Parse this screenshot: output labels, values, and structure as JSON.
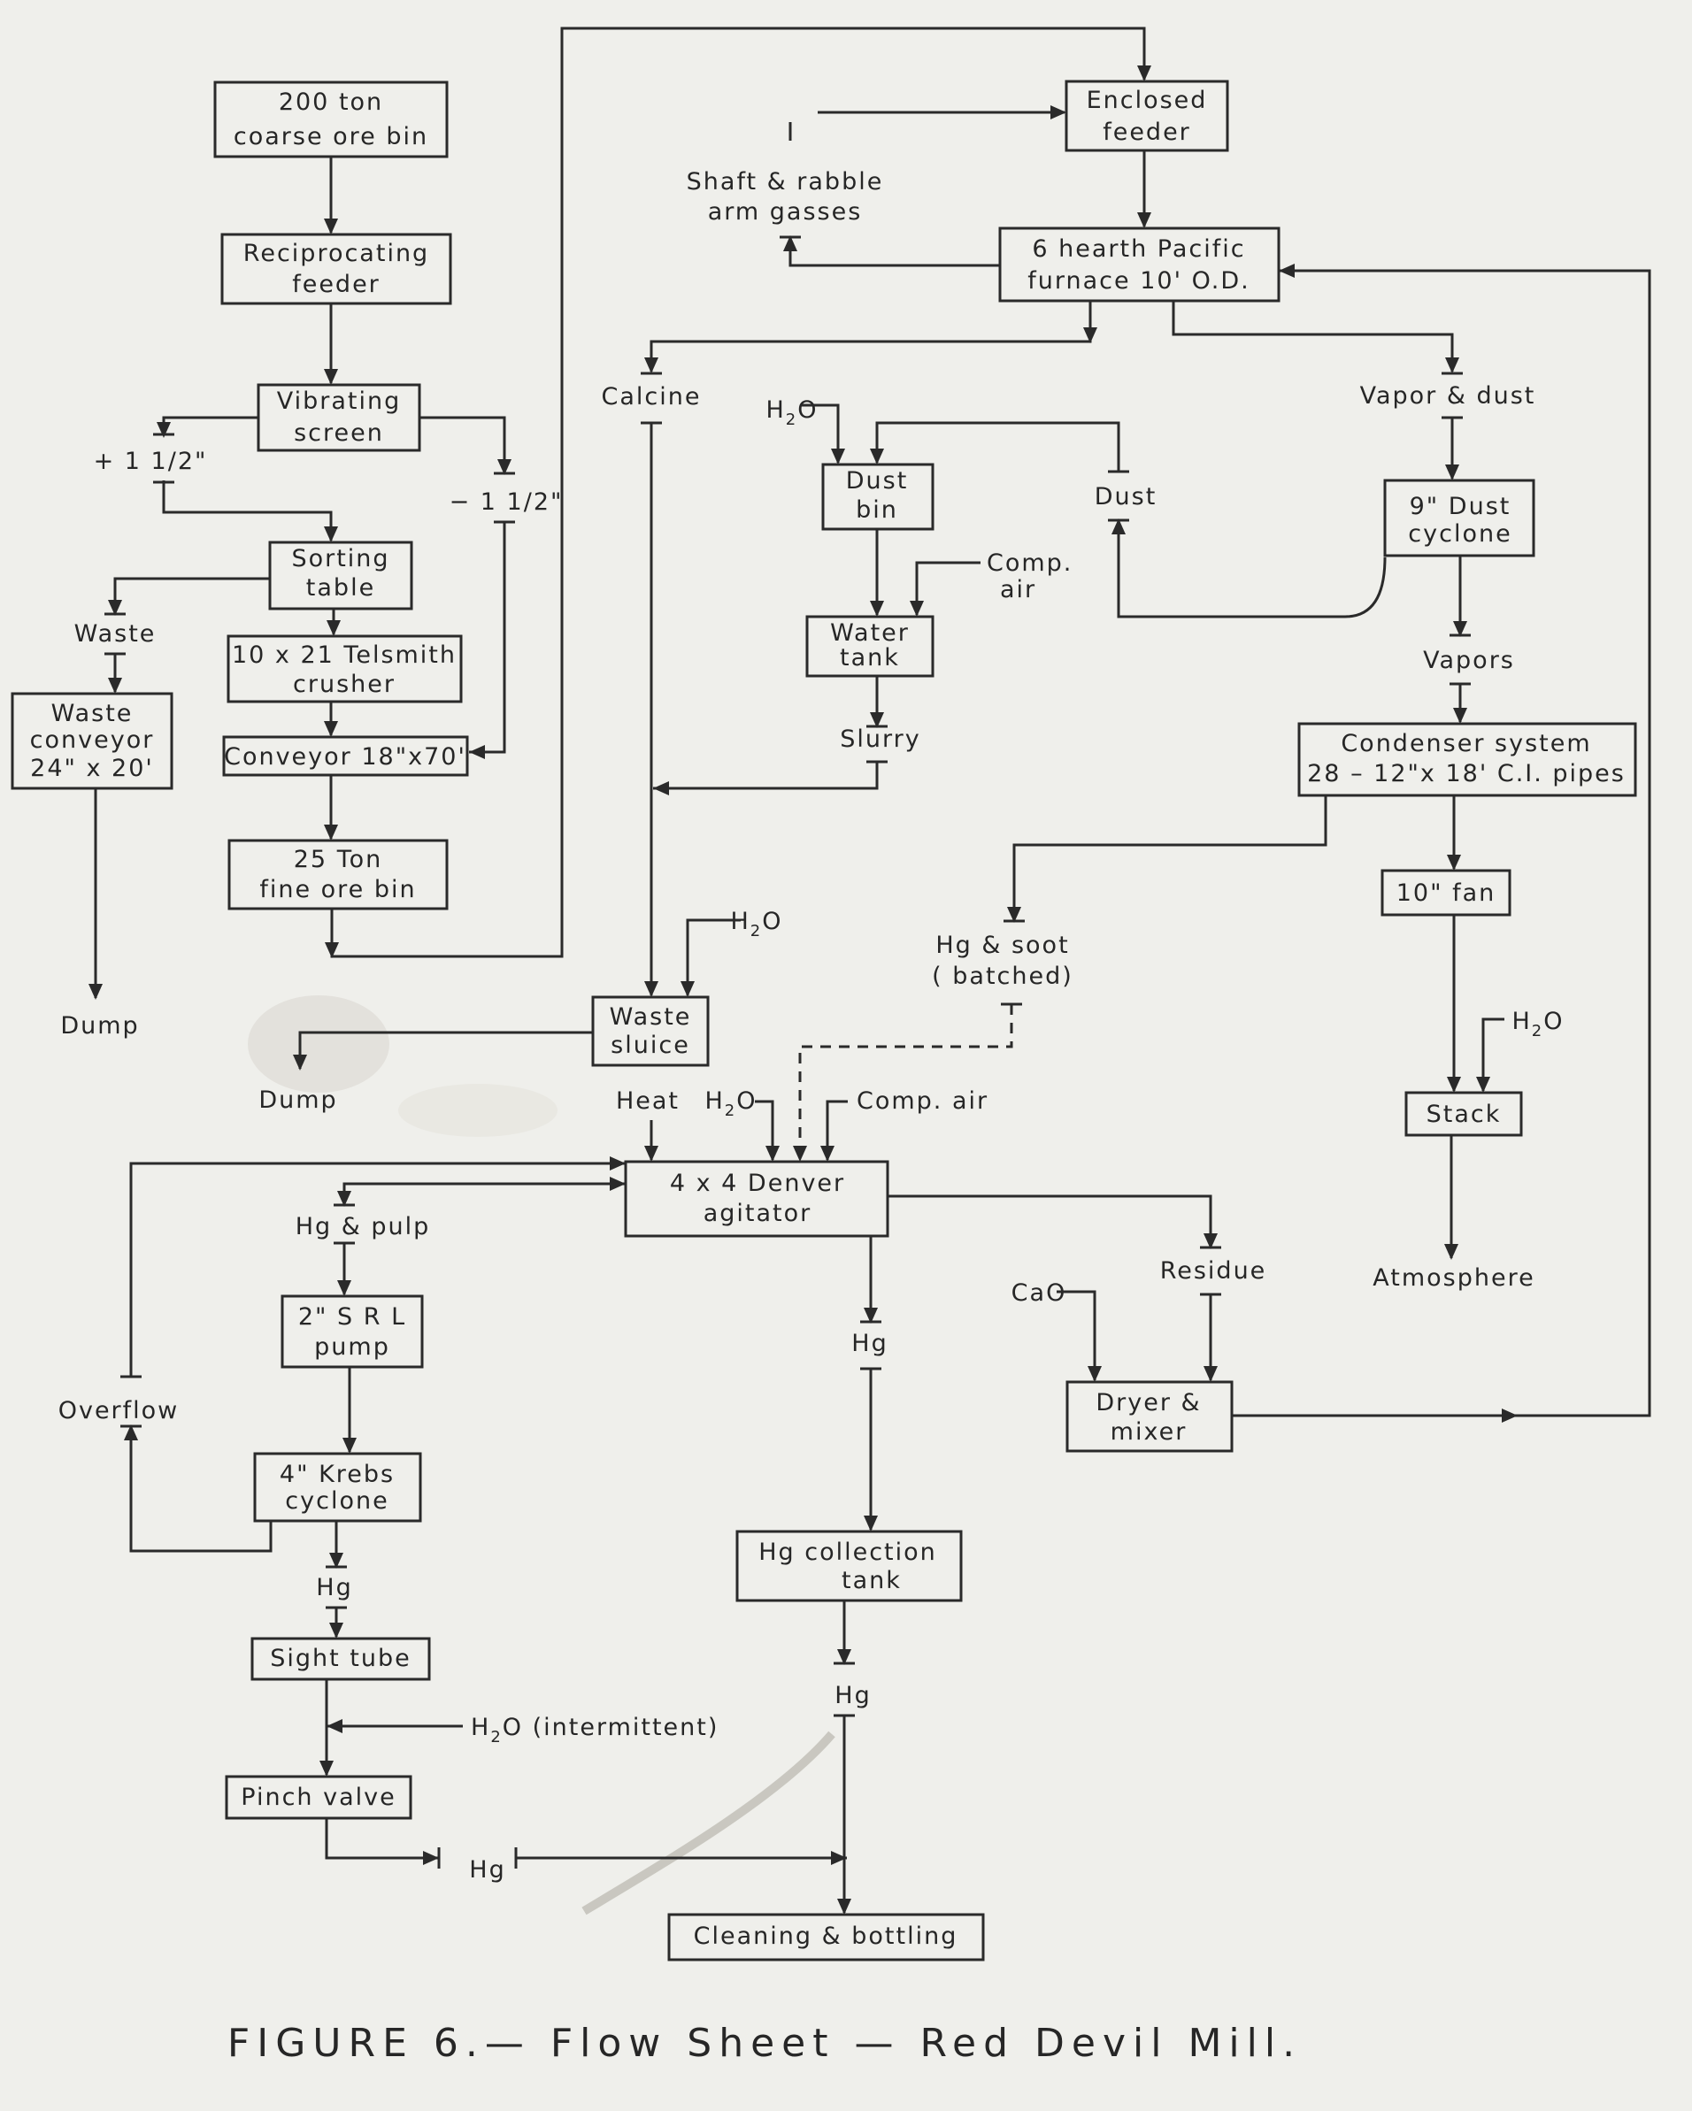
{
  "figure": {
    "caption": "FIGURE 6.— Flow Sheet — Red Devil Mill."
  },
  "nodes": {
    "coarse_bin": [
      "200 ton",
      "coarse ore bin"
    ],
    "recip_feeder": [
      "Reciprocating",
      "feeder"
    ],
    "vib_screen": [
      "Vibrating",
      "screen"
    ],
    "plus_size": "+ 1 1/2\"",
    "minus_size": "− 1 1/2\"",
    "sorting_table": [
      "Sorting",
      "table"
    ],
    "waste_label": "Waste",
    "waste_conveyor": [
      "Waste",
      "conveyor",
      "24\" x 20'"
    ],
    "crusher": [
      "10 x 21 Telsmith",
      "crusher"
    ],
    "conveyor": "Conveyor 18\"x70'",
    "fine_bin": [
      "25 Ton",
      "fine ore bin"
    ],
    "dump_left": "Dump",
    "enclosed_feeder": [
      "Enclosed",
      "feeder"
    ],
    "shaft_gasses": [
      "Shaft & rabble",
      "arm gasses"
    ],
    "furnace": [
      "6 hearth Pacific",
      "furnace 10' O.D."
    ],
    "calcine": "Calcine",
    "water_h2o_top": "H2O",
    "dust_bin": [
      "Dust",
      "bin"
    ],
    "dust": "Dust",
    "vapor_dust": "Vapor & dust",
    "dust_cyclone": [
      "9\" Dust",
      "cyclone"
    ],
    "comp_air_top": [
      "Comp.",
      "air"
    ],
    "water_tank": [
      "Water",
      "tank"
    ],
    "slurry": "Slurry",
    "vapors": "Vapors",
    "condenser": [
      "Condenser system",
      "28 – 12\"x 18' C.I. pipes"
    ],
    "fan": "10\" fan",
    "hg_soot": [
      "Hg & soot",
      "( batched)"
    ],
    "h2o_sluice": "H2O",
    "waste_sluice": [
      "Waste",
      "sluice"
    ],
    "dump_mid": "Dump",
    "h2o_stack": "H2O",
    "stack": "Stack",
    "atmosphere": "Atmosphere",
    "heat": "Heat",
    "h2o_agitator": "H2O",
    "comp_air_agitator": "Comp. air",
    "agitator": [
      "4 x 4 Denver",
      "agitator"
    ],
    "hg_pulp": "Hg & pulp",
    "residue": "Residue",
    "cao": "CaO",
    "srl_pump": [
      "2\" S R L",
      "pump"
    ],
    "hg_mid": "Hg",
    "dryer": [
      "Dryer &",
      "mixer"
    ],
    "overflow": "Overflow",
    "krebs": [
      "4\" Krebs",
      "cyclone"
    ],
    "collection_tank": [
      "Hg collection",
      "tank"
    ],
    "hg_krebs": "Hg",
    "sight_tube": "Sight tube",
    "h2o_intermittent": "H2O (intermittent)",
    "hg_tank": "Hg",
    "pinch_valve": "Pinch valve",
    "hg_pinch": "Hg",
    "cleaning": "Cleaning & bottling"
  }
}
